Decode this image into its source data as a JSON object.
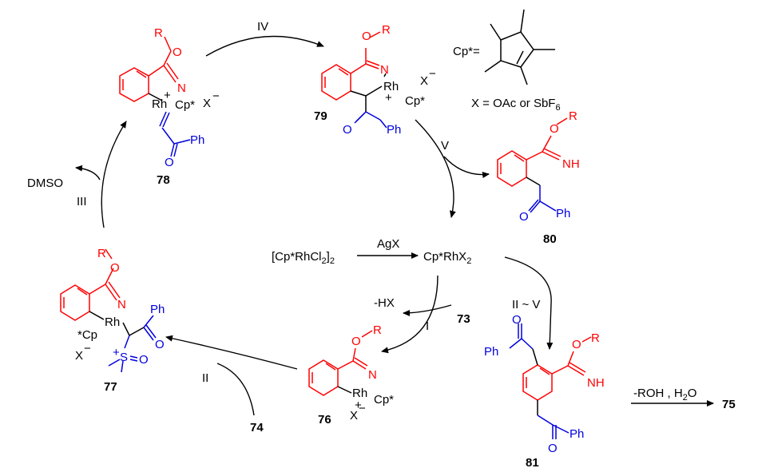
{
  "labels": {
    "step_iv": "IV",
    "step_iii": "III",
    "step_v": "V",
    "step_i": "I",
    "step_ii": "II",
    "step_ii_v": "II ~ V",
    "dmso": "DMSO",
    "hx": "-HX",
    "agx": "AgX",
    "rohh2o": "-ROH , H",
    "rohh2o_sub": "2",
    "rohh2o_end": "O",
    "cpstar_eq": "Cp*=",
    "x_def": "X = OAc or SbF",
    "x_def_sub": "6",
    "precat": "[Cp*RhCl",
    "precat_sub": "2",
    "precat_end": "]",
    "precat_sub2": "2",
    "active": "Cp*RhX",
    "active_sub": "2"
  },
  "compounds": {
    "c73": "73",
    "c74": "74",
    "c75": "75",
    "c76": "76",
    "c77": "77",
    "c78": "78",
    "c79": "79",
    "c80": "80",
    "c81": "81"
  },
  "atoms": {
    "R": "R",
    "O": "O",
    "N": "N",
    "NH": "NH",
    "Rh": "Rh",
    "Cp": "Cp*",
    "Cp_left": "*Cp",
    "X": "X",
    "minus": "−",
    "plus": "+",
    "Ph": "Ph",
    "S": "S"
  },
  "colors": {
    "isoquinoline": "#ff0000",
    "carbonyl": "#0000dd",
    "text": "#000000"
  }
}
